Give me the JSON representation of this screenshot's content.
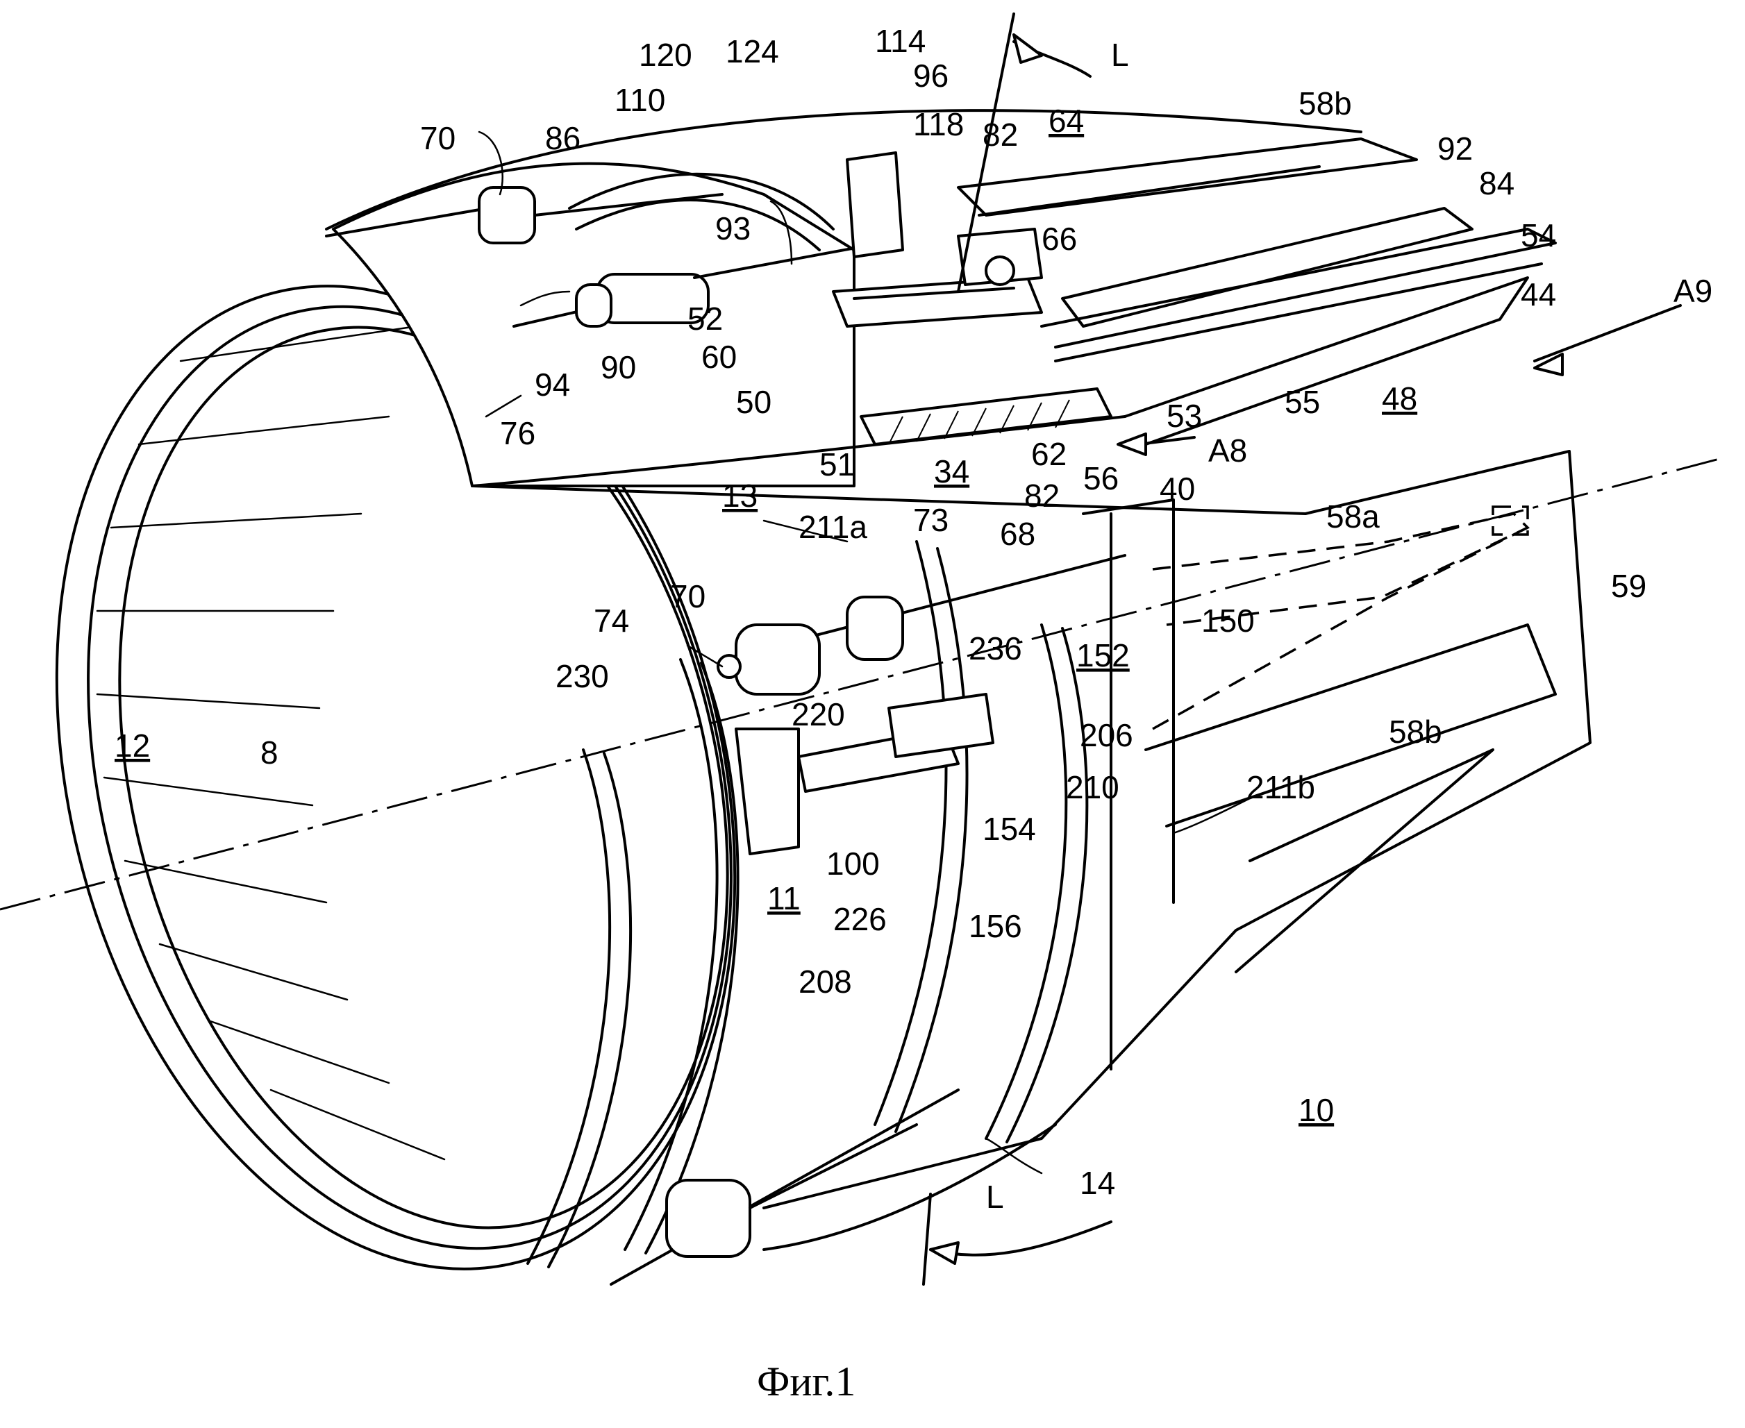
{
  "caption": "Фиг.1",
  "labels": {
    "l10": "10",
    "l11": "11",
    "l12": "12",
    "l13": "13",
    "l14": "14",
    "l34": "34",
    "l40": "40",
    "l44": "44",
    "l48": "48",
    "l50": "50",
    "l51": "51",
    "l52": "52",
    "l53": "53",
    "l54": "54",
    "l55": "55",
    "l56": "56",
    "l58a": "58a",
    "l58b_top": "58b",
    "l58b_bottom": "58b",
    "l59": "59",
    "l60": "60",
    "l62": "62",
    "l64": "64",
    "l66": "66",
    "l68": "68",
    "l70_top": "70",
    "l70_mid": "70",
    "l73": "73",
    "l74": "74",
    "l76": "76",
    "l82_top": "82",
    "l82_mid": "82",
    "l84": "84",
    "l86": "86",
    "l8": "8",
    "l90": "90",
    "l92": "92",
    "l93": "93",
    "l94": "94",
    "l96": "96",
    "l100": "100",
    "l110": "110",
    "l114": "114",
    "l118": "118",
    "l120": "120",
    "l124": "124",
    "l150": "150",
    "l152": "152",
    "l154": "154",
    "l156": "156",
    "l206": "206",
    "l208": "208",
    "l210": "210",
    "l211a": "211a",
    "l211b": "211b",
    "l220": "220",
    "l226": "226",
    "l230": "230",
    "l236": "236",
    "lA8": "A8",
    "lA9": "A9",
    "lL_top": "L",
    "lL_bottom": "L"
  }
}
